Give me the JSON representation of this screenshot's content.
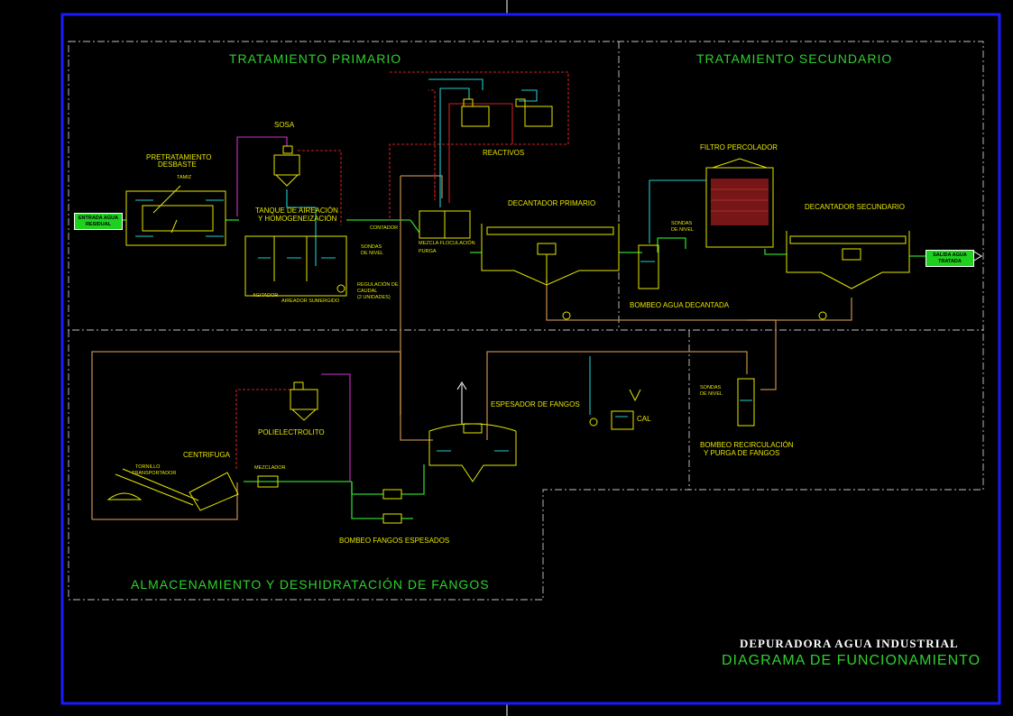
{
  "sections": {
    "primary": "TRATAMIENTO  PRIMARIO",
    "secondary": "TRATAMIENTO  SECUNDARIO",
    "sludge": "ALMACENAMIENTO  Y  DESHIDRATACIÓN  DE  FANGOS"
  },
  "labels": {
    "sosa": "SOSA",
    "pretreatment": "PRETRATAMIENTO",
    "desbaste": "DESBASTE",
    "tamiz": "TAMIZ",
    "aeration_1": "TANQUE  DE  AIREACIÓN",
    "aeration_2": "Y  HOMOGENEIZACIÓN",
    "contador": "CONTADOR",
    "sondas_nivel_1": "SONDAS",
    "sondas_nivel_2": "DE NIVEL",
    "agitador": "AGITADOR",
    "aireador": "AIREADOR  SUMERGIDO",
    "regulacion_1": "REGULACIÓN  DE",
    "regulacion_2": "CAUDAL",
    "regulacion_3": "(2  UNIDADES)",
    "reactivos": "REACTIVOS",
    "floculacion": "MEZCLA  FLOCULACIÓN",
    "purga": "PURGA",
    "decantador_primario": "DECANTADOR  PRIMARIO",
    "bombeo_decantada": "BOMBEO  AGUA  DECANTADA",
    "filtro_percolador": "FILTRO  PERCOLADOR",
    "decantador_secundario": "DECANTADOR  SECUNDARIO",
    "sondas_nivel_b_1": "SONDAS",
    "sondas_nivel_b_2": "DE NIVEL",
    "espesador": "ESPESADOR  DE  FANGOS",
    "cal": "CAL",
    "polielectrolito": "POLIELECTROLITO",
    "centrifuga": "CENTRIFUGA",
    "tornillo_1": "TORNILLO",
    "tornillo_2": "TRANSPORTADOR",
    "mezclador": "MEZCLADOR",
    "bombeo_espesados": "BOMBEO  FANGOS  ESPESADOS",
    "sondas_c_1": "SONDAS",
    "sondas_c_2": "DE NIVEL",
    "recirculacion_1": "BOMBEO  RECIRCULACIÓN",
    "recirculacion_2": "Y  PURGA  DE  FANGOS"
  },
  "tags": {
    "inlet": "ENTRADA AGUA RESIDUAL",
    "outlet": "SALIDA AGUA TRATADA"
  },
  "title_block": {
    "line1": "DEPURADORA  AGUA  INDUSTRIAL",
    "line2": "DIAGRAMA  DE  FUNCIONAMIENTO"
  },
  "colors": {
    "background": "#000000",
    "frame": "#1a1aff",
    "water_line": "#2ed12e",
    "sludge_line": "#b8864b",
    "reagent_line": "#cc33cc",
    "dose_line": "#cc2222",
    "air_line": "#22cccc",
    "equipment": "#e6e600",
    "section_boundary": "#ffffff",
    "title_text": "#ffffff",
    "subtitle_text": "#2ed12e"
  }
}
